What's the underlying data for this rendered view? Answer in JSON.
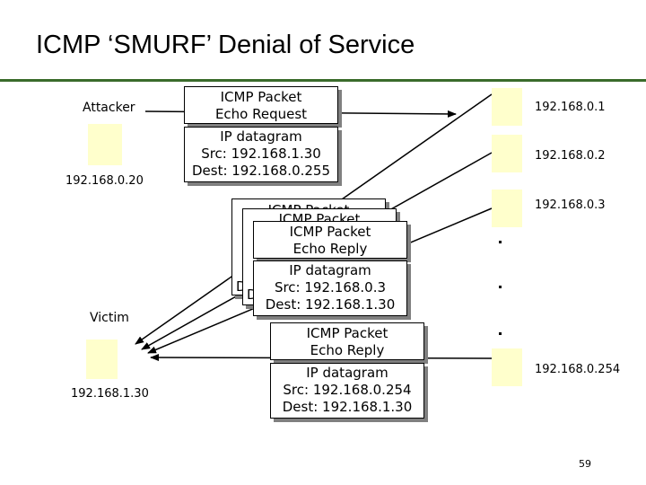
{
  "title": "ICMP ‘SMURF’ Denial of Service",
  "attacker": {
    "label": "Attacker",
    "ip": "192.168.0.20"
  },
  "victim": {
    "label": "Victim",
    "ip": "192.168.1.30"
  },
  "request": {
    "packet_line1": "ICMP Packet",
    "packet_line2": "Echo Request",
    "datagram_line1": "IP datagram",
    "datagram_line2": "Src: 192.168.1.30",
    "datagram_line3": "Dest: 192.168.0.255"
  },
  "hosts": [
    {
      "ip": "192.168.0.1"
    },
    {
      "ip": "192.168.0.2"
    },
    {
      "ip": "192.168.0.3"
    },
    {
      "ip": "192.168.0.254"
    }
  ],
  "reply_stack": {
    "back_packet_fragment": "ICMP Packet",
    "mid_packet_fragment": "ICMP Packet",
    "packet_line1": "ICMP Packet",
    "packet_line2": "Echo Reply",
    "back_datagram_fragment": "D",
    "mid_datagram_fragment": "D",
    "datagram_line1": "IP datagram",
    "datagram_line2": "Src: 192.168.0.3",
    "datagram_line3": "Dest: 192.168.1.30"
  },
  "reply_last": {
    "packet_line1": "ICMP Packet",
    "packet_line2": "Echo Reply",
    "datagram_line1": "IP datagram",
    "datagram_line2": "Src: 192.168.0.254",
    "datagram_line3": "Dest: 192.168.1.30"
  },
  "page_number": "59"
}
